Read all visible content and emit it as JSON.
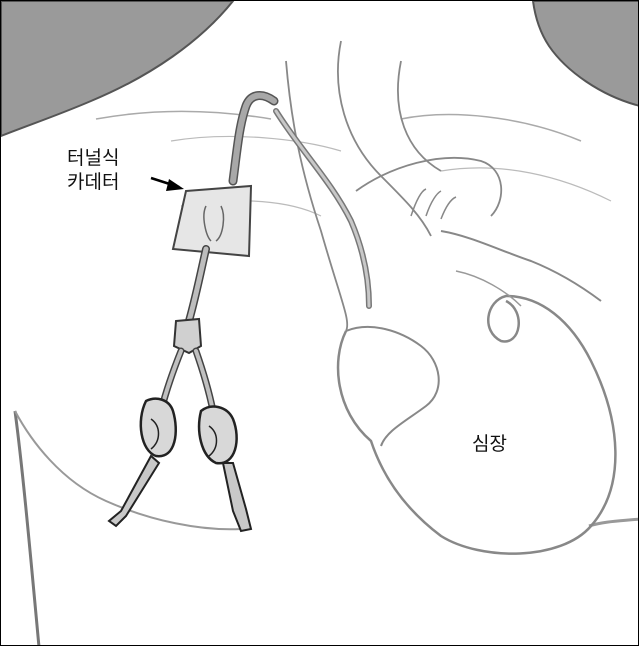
{
  "labels": {
    "catheter_line1": "터널식",
    "catheter_line2": "카데터",
    "heart": "심장"
  },
  "colors": {
    "outline": "#6f6f6f",
    "shoulder_fill": "#9a9a9a",
    "catheter_fill": "#a8a8a8",
    "arrow": "#000000"
  }
}
